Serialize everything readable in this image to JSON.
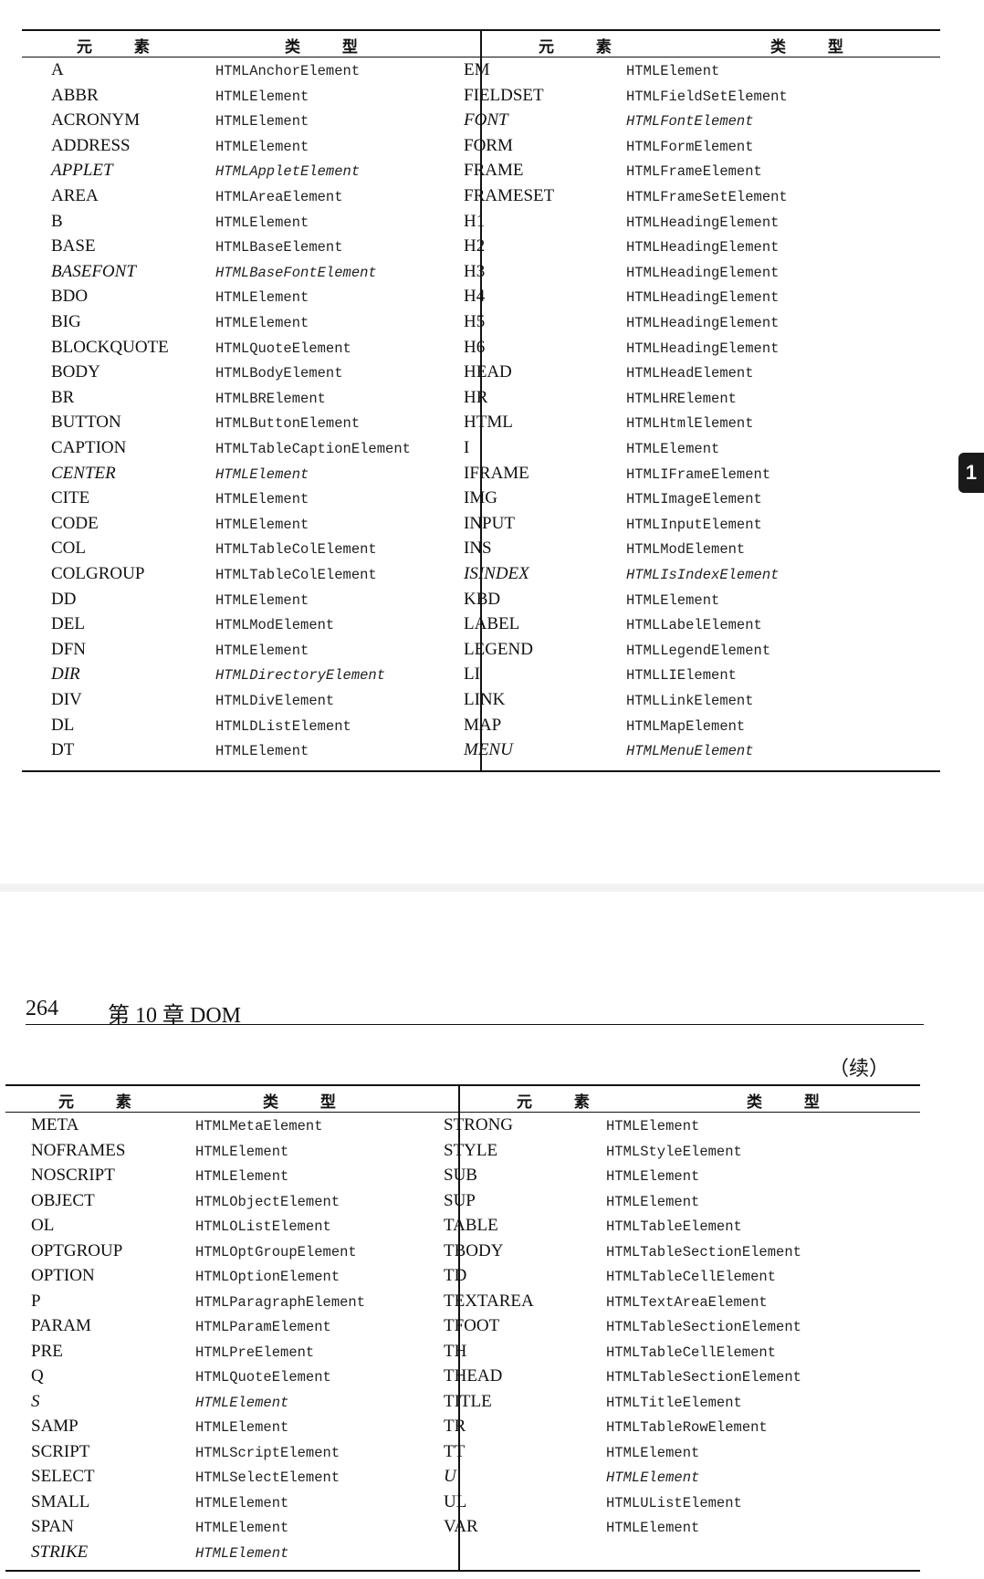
{
  "page1": {
    "header": {
      "element": "元 素",
      "type": "类 型"
    },
    "left": [
      {
        "e": "A",
        "t": "HTMLAnchorElement"
      },
      {
        "e": "ABBR",
        "t": "HTMLElement"
      },
      {
        "e": "ACRONYM",
        "t": "HTMLElement"
      },
      {
        "e": "ADDRESS",
        "t": "HTMLElement"
      },
      {
        "e": "APPLET",
        "t": "HTMLAppletElement",
        "dep": true
      },
      {
        "e": "AREA",
        "t": "HTMLAreaElement"
      },
      {
        "e": "B",
        "t": "HTMLElement"
      },
      {
        "e": "BASE",
        "t": "HTMLBaseElement"
      },
      {
        "e": "BASEFONT",
        "t": "HTMLBaseFontElement",
        "dep": true
      },
      {
        "e": "BDO",
        "t": "HTMLElement"
      },
      {
        "e": "BIG",
        "t": "HTMLElement"
      },
      {
        "e": "BLOCKQUOTE",
        "t": "HTMLQuoteElement"
      },
      {
        "e": "BODY",
        "t": "HTMLBodyElement"
      },
      {
        "e": "BR",
        "t": "HTMLBRElement"
      },
      {
        "e": "BUTTON",
        "t": "HTMLButtonElement"
      },
      {
        "e": "CAPTION",
        "t": "HTMLTableCaptionElement"
      },
      {
        "e": "CENTER",
        "t": "HTMLElement",
        "dep": true
      },
      {
        "e": "CITE",
        "t": "HTMLElement"
      },
      {
        "e": "CODE",
        "t": "HTMLElement"
      },
      {
        "e": "COL",
        "t": "HTMLTableColElement"
      },
      {
        "e": "COLGROUP",
        "t": "HTMLTableColElement"
      },
      {
        "e": "DD",
        "t": "HTMLElement"
      },
      {
        "e": "DEL",
        "t": "HTMLModElement"
      },
      {
        "e": "DFN",
        "t": "HTMLElement"
      },
      {
        "e": "DIR",
        "t": "HTMLDirectoryElement",
        "dep": true
      },
      {
        "e": "DIV",
        "t": "HTMLDivElement"
      },
      {
        "e": "DL",
        "t": "HTMLDListElement"
      },
      {
        "e": "DT",
        "t": "HTMLElement"
      }
    ],
    "right": [
      {
        "e": "EM",
        "t": "HTMLElement"
      },
      {
        "e": "FIELDSET",
        "t": "HTMLFieldSetElement"
      },
      {
        "e": "FONT",
        "t": "HTMLFontElement",
        "dep": true
      },
      {
        "e": "FORM",
        "t": "HTMLFormElement"
      },
      {
        "e": "FRAME",
        "t": "HTMLFrameElement"
      },
      {
        "e": "FRAMESET",
        "t": "HTMLFrameSetElement"
      },
      {
        "e": "H1",
        "t": "HTMLHeadingElement"
      },
      {
        "e": "H2",
        "t": "HTMLHeadingElement"
      },
      {
        "e": "H3",
        "t": "HTMLHeadingElement"
      },
      {
        "e": "H4",
        "t": "HTMLHeadingElement"
      },
      {
        "e": "H5",
        "t": "HTMLHeadingElement"
      },
      {
        "e": "H6",
        "t": "HTMLHeadingElement"
      },
      {
        "e": "HEAD",
        "t": "HTMLHeadElement"
      },
      {
        "e": "HR",
        "t": "HTMLHRElement"
      },
      {
        "e": "HTML",
        "t": "HTMLHtmlElement"
      },
      {
        "e": "I",
        "t": "HTMLElement"
      },
      {
        "e": "IFRAME",
        "t": "HTMLIFrameElement"
      },
      {
        "e": "IMG",
        "t": "HTMLImageElement"
      },
      {
        "e": "INPUT",
        "t": "HTMLInputElement"
      },
      {
        "e": "INS",
        "t": "HTMLModElement"
      },
      {
        "e": "ISINDEX",
        "t": "HTMLIsIndexElement",
        "dep": true
      },
      {
        "e": "KBD",
        "t": "HTMLElement"
      },
      {
        "e": "LABEL",
        "t": "HTMLLabelElement"
      },
      {
        "e": "LEGEND",
        "t": "HTMLLegendElement"
      },
      {
        "e": "LI",
        "t": "HTMLLIElement"
      },
      {
        "e": "LINK",
        "t": "HTMLLinkElement"
      },
      {
        "e": "MAP",
        "t": "HTMLMapElement"
      },
      {
        "e": "MENU",
        "t": "HTMLMenuElement",
        "dep": true
      }
    ],
    "side_tab": "1"
  },
  "page2": {
    "running_header": {
      "page_number": "264",
      "chapter": "第 10 章 DOM"
    },
    "continued": "（续）",
    "header": {
      "element": "元 素",
      "type": "类 型"
    },
    "left": [
      {
        "e": "META",
        "t": "HTMLMetaElement"
      },
      {
        "e": "NOFRAMES",
        "t": "HTMLElement"
      },
      {
        "e": "NOSCRIPT",
        "t": "HTMLElement"
      },
      {
        "e": "OBJECT",
        "t": "HTMLObjectElement"
      },
      {
        "e": "OL",
        "t": "HTMLOListElement"
      },
      {
        "e": "OPTGROUP",
        "t": "HTMLOptGroupElement"
      },
      {
        "e": "OPTION",
        "t": "HTMLOptionElement"
      },
      {
        "e": "P",
        "t": "HTMLParagraphElement"
      },
      {
        "e": "PARAM",
        "t": "HTMLParamElement"
      },
      {
        "e": "PRE",
        "t": "HTMLPreElement"
      },
      {
        "e": "Q",
        "t": "HTMLQuoteElement"
      },
      {
        "e": "S",
        "t": "HTMLElement",
        "dep": true
      },
      {
        "e": "SAMP",
        "t": "HTMLElement"
      },
      {
        "e": "SCRIPT",
        "t": "HTMLScriptElement"
      },
      {
        "e": "SELECT",
        "t": "HTMLSelectElement"
      },
      {
        "e": "SMALL",
        "t": "HTMLElement"
      },
      {
        "e": "SPAN",
        "t": "HTMLElement"
      },
      {
        "e": "STRIKE",
        "t": "HTMLElement",
        "dep": true
      }
    ],
    "right": [
      {
        "e": "STRONG",
        "t": "HTMLElement"
      },
      {
        "e": "STYLE",
        "t": "HTMLStyleElement"
      },
      {
        "e": "SUB",
        "t": "HTMLElement"
      },
      {
        "e": "SUP",
        "t": "HTMLElement"
      },
      {
        "e": "TABLE",
        "t": "HTMLTableElement"
      },
      {
        "e": "TBODY",
        "t": "HTMLTableSectionElement"
      },
      {
        "e": "TD",
        "t": "HTMLTableCellElement"
      },
      {
        "e": "TEXTAREA",
        "t": "HTMLTextAreaElement"
      },
      {
        "e": "TFOOT",
        "t": "HTMLTableSectionElement"
      },
      {
        "e": "TH",
        "t": "HTMLTableCellElement"
      },
      {
        "e": "THEAD",
        "t": "HTMLTableSectionElement"
      },
      {
        "e": "TITLE",
        "t": "HTMLTitleElement"
      },
      {
        "e": "TR",
        "t": "HTMLTableRowElement"
      },
      {
        "e": "TT",
        "t": "HTMLElement"
      },
      {
        "e": "U",
        "t": "HTMLElement",
        "dep": true
      },
      {
        "e": "UL",
        "t": "HTMLUListElement"
      },
      {
        "e": "VAR",
        "t": "HTMLElement"
      }
    ]
  }
}
